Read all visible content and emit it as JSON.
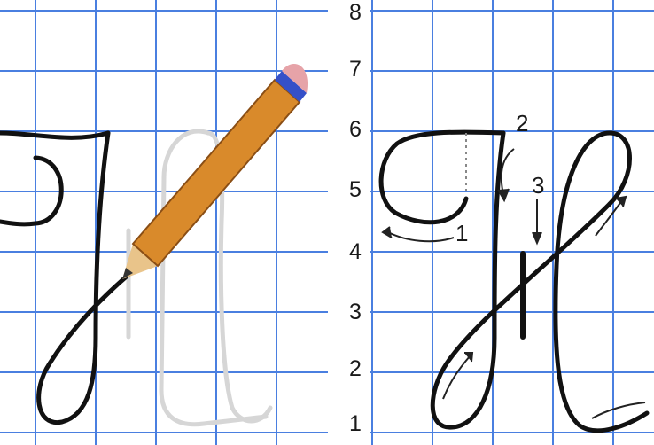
{
  "axis_labels": [
    "8",
    "7",
    "6",
    "5",
    "4",
    "3",
    "2",
    "1"
  ],
  "step_numbers": [
    "1",
    "2",
    "3"
  ],
  "colors": {
    "grid_line": "#4a7fe0",
    "paper": "#ffffff",
    "ink": "#111111",
    "trace": "#d6d6d6",
    "pencil_body": "#d98a2b",
    "pencil_wood": "#e9c48a",
    "eraser": "#e6a3a8",
    "ferrule": "#3550c8"
  },
  "icons": [
    "pencil-icon",
    "arrow-icon"
  ]
}
